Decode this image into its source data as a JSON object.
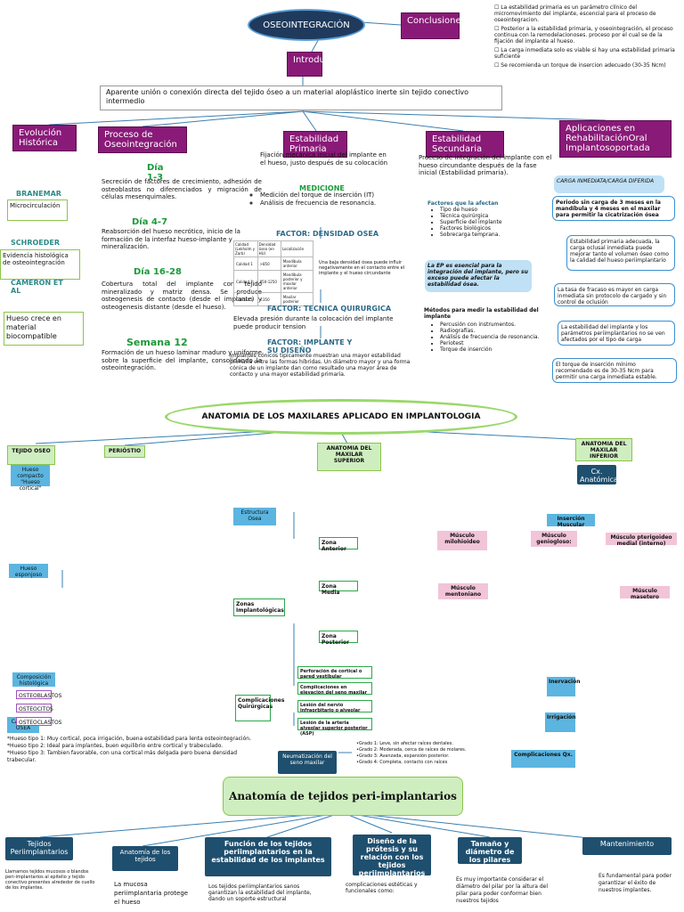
{
  "top": {
    "title": "OSEOINTEGRACIÓN",
    "conclusiones": "Conclusiones",
    "introduccion": "Introducción",
    "definicion": "Aparente unión o conexión directa del tejido óseo a un material aloplástico inerte sin tejido conectivo intermedio",
    "conclusion_items": [
      "La estabilidad primaria es un parámetro clínico del micromovimiento del implante, escencial para el proceso de oseointegracion.",
      "Posterior a la estabilidad primaria, y oseointegración, el proceso continua con la remodelacionoses. proceso por el cual se de la fijación del implante al hueso.",
      "La carga inmediata solo es viable si hay una estabilidad primaria suficiente",
      "Se recomienda un torque de insercion adecuado (30-35 Ncm)"
    ],
    "evolucion": "Evolución Histórica",
    "proceso": "Proceso de Oseointegración",
    "est_primaria": "Estabilidad Primaria",
    "est_secundaria": "Estabilidad Secundaria",
    "aplicaciones": "Aplicaciones en RehabilitaciónOral Implantosoportada",
    "hist": [
      {
        "name": "BRANEMAR",
        "text": "Microcirculación"
      },
      {
        "name": "SCHROEDER",
        "text": "Evidencia histológica de osteointegración"
      },
      {
        "name": "CAMERON ET AL",
        "text": "Hueso crece en material biocompatible"
      }
    ],
    "stages": [
      {
        "label": "Día 1-3",
        "text": "Secreción de factores de crecimiento, adhesión de osteoblastos no diferenciados y migración de células mesenquimales."
      },
      {
        "label": "Día 4-7",
        "text": "Reabsorción del hueso necrótico, inicio de la formación de la interfaz hueso-implante y mineralización."
      },
      {
        "label": "Día 16-28",
        "text": "Cobertura total del implante con tejido mineralizado y matriz densa. Se produce osteogenesis de contacto (desde el implante) y osteogenesis distante (desde el hueso)."
      },
      {
        "label": "Semana 12",
        "text": "Formación de un hueso laminar maduro y uniforme sobre la superficie del implante, consolidando la osteointegración."
      }
    ],
    "primaria": {
      "def": "Fijación mecánica inicial del implante en el hueso, justo después de su colocación",
      "medicion_label": "MEDICIONE",
      "medicion_items": [
        "Medición del torque de inserción (IT)",
        "Análisis de frecuencia de resonancia."
      ],
      "factor1": "FACTOR: DENSIDAD OSEA",
      "factor1_text": "Una baja densidad ósea puede influir negativamente en el contacto entre el implante y el hueso circundante",
      "factor2": "FACTOR: TECNICA QUIRURGICA",
      "factor2_text": "Elevada presión durante la colocación del implante puede producir tension",
      "factor3": "FACTOR: IMPLANTE Y SU DISEÑO",
      "factor3_text": "Implantes cónicos tipicamente muestran una mayor estabilidad primaria entre las formas híbridas. Un diámetro mayor y una forma cónica de un implante dan como resultado una mayor área de contacto y una mayor estabilidad primaria.",
      "table_head": [
        "Calidad (Lekholm y Zarb)",
        "Densidad ósea (en HU)",
        "Localización"
      ],
      "table_rows": [
        [
          "Calidad 1",
          ">850",
          "Mandíbula anterior"
        ],
        [
          "Calidad 2",
          "850-1250",
          "Mandíbula posterior y maxilar anterior"
        ],
        [
          "Calidad 3",
          "<350",
          "Maxilar posterior"
        ]
      ]
    },
    "secundaria": {
      "def": "Proceso de integración del implante con el hueso circundante después de la fase inicial (Estabilidad primaria).",
      "factores_label": "Factores que la afectan",
      "factores": [
        "Tipo de hueso",
        "Técnica quirúrgica",
        "Superficie del implante",
        "Factores biológicos",
        "Sobrecarga temprana."
      ],
      "nota": "La EP es esencial para la integración del implante, pero su exceso puede afectar la estabilidad ósea.",
      "metodos_label": "Métodos para medir la estabilidad del implante",
      "metodos": [
        "Percusión con instrumentos.",
        "Radiografías.",
        "Análisis de frecuencia de resonancia.",
        "Periotest",
        "Torque de inserción"
      ]
    },
    "aplic": {
      "carga": "CARGA INMEDIATA/CARGA DIFERIDA",
      "items": [
        "Periodo sin carga de 3 meses en la mandíbula y 4 meses en el maxilar para permitir la cicatrización ósea",
        "Estabilidad primaria adecuada, la carga oclusal inmediata puede mejorar tanto el volumen óseo como la calidad del hueso periimplantario",
        "La tasa de fracaso es mayor en carga inmediata sin protocolo de cargado y sin control de oclusión",
        "La estabilidad del implante y los parámetros periimplantarios no se ven afectados por el tipo de carga",
        "El torque de inserción mínimo recomendado es de 30-35 Ncm para permitir una carga inmediata estable."
      ]
    }
  },
  "middle": {
    "title": "ANATOMIA DE LOS MAXILARES APLICADO EN IMPLANTOLOGIA",
    "tejido_oseo": "TEJIDO OSEO",
    "periostio": "PERIÓSTIO",
    "anat_sup": "ANATOMIA DEL MAXILAR SUPERIOR",
    "anat_inf": "ANATOMIA DEL MAXILAR INFERIOR",
    "hueso_compacto": "Hueso compacto \"Hueso cortical\"",
    "hueso_esponjoso": "Hueso esponjoso",
    "composicion": "Composición histológica",
    "calidad": "CALIDAD OSEA",
    "cells": [
      "OSTEOBLASTOS",
      "OSTEOCITOS",
      "OSTEOCLASTOS"
    ],
    "estructura_osea": "Estructura Osea",
    "zonas": "Zonas Implantológicas",
    "complicaciones": "Complicaciones Quirúrgicas",
    "neumatizacion": "Neumatización del seno maxilar",
    "zona_anterior": "Zona Anterior",
    "zona_media": "Zona Media",
    "zona_posterior": "Zona Posterior",
    "cx_anatomica": "Cx. Anatómica",
    "insercion": "Inserción Muscular",
    "inervacion": "Inervación",
    "irrigacion": "Irrigación",
    "complicaciones_qx": "Complicaciones Qx.",
    "musc_milohioideo": "Músculo milohioideo",
    "musc_genio": "Músculo geniogloso:",
    "musc_pterigoideo": "Músculo pterigoideo medial (interno)",
    "musc_mentoniano": "Músculo mentoniano",
    "musc_masetero": "Músculo masetero",
    "tipos_hueso": [
      "*Hueso tipo 1: Muy cortical, poca irrigación, buena estabilidad para lenta osteointegración.",
      "*Hueso tipo 2: Ideal para implantes, buen equilibrio entre cortical y trabeculado.",
      "*Hueso tipo 3: Tambien favorable, con una cortical más delgada pero buena densidad trabecular."
    ],
    "grados": [
      "•Grado 1: Leve, sin afectar raíces dentales.",
      "•Grado 2: Moderada, cerca de raíces de molares.",
      "•Grado 3: Avanzada, expansión posterior.",
      "•Grado 4: Completa, contacto con raíces"
    ],
    "complic_items": [
      "Perforación de cortical o pared vestibular",
      "Complicaciones en elevación del seno maxilar",
      "Lesión del nervio infraorbitario o alveolar",
      "Lesión de la arteria alveolar superior posterior (ASP)"
    ]
  },
  "bottom": {
    "title": "Anatomía de tejidos peri-implantarios",
    "nodes": [
      "Tejidos Periimplantarios",
      "Anatomía de los tejidos",
      "Función de los tejidos periimplantarios en la estabilidad de los implantes",
      "Diseño de la prótesis y su relación con los tejidos periimplantarios",
      "Tamaño y diámetro de los pilares",
      "Mantenimiento"
    ],
    "texts": [
      "Llamamos tejidos mucosos o blandos peri-implantarios al epitelio y tejido conectivo presentes alrededor de cuello de los implantes.",
      "La mucosa periimplantaria protege el hueso",
      "Los tejidos periimplantarios sanos garantizan la estabilidad del implante, dando un soporte estructural",
      "complicaciones estéticas y funcionales como:",
      "Es muy importante considerar el diámetro del pilar por la altura del pilar para poder conformar bien nuestros tejidos",
      "Es fundamental para poder garantizar el éxito de nuestros implantes."
    ]
  }
}
